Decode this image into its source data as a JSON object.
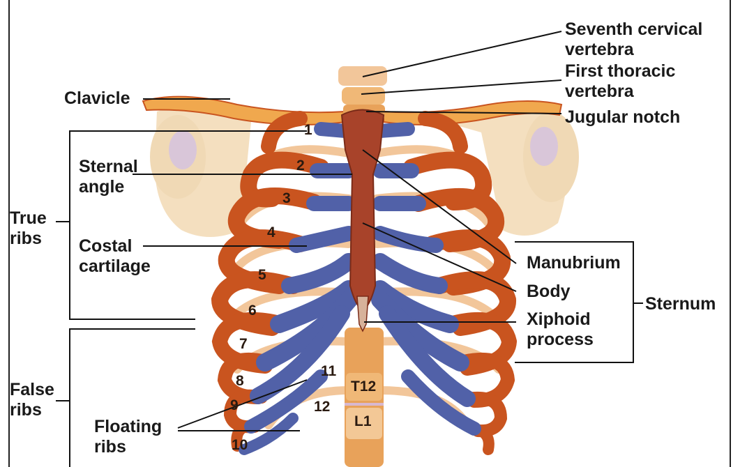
{
  "labels": {
    "seventh_cervical": [
      "Seventh cervical",
      "vertebra"
    ],
    "first_thoracic": [
      "First thoracic",
      "vertebra"
    ],
    "jugular_notch": "Jugular notch",
    "clavicle": "Clavicle",
    "sternal_angle": [
      "Sternal",
      "angle"
    ],
    "true_ribs": [
      "True",
      "ribs"
    ],
    "costal_cartilage": [
      "Costal",
      "cartilage"
    ],
    "manubrium": "Manubrium",
    "body": "Body",
    "xiphoid_process": [
      "Xiphoid",
      "process"
    ],
    "sternum": "Sternum",
    "false_ribs": [
      "False",
      "ribs"
    ],
    "floating_ribs": [
      "Floating",
      "ribs"
    ]
  },
  "rib_numbers": [
    "1",
    "2",
    "3",
    "4",
    "5",
    "6",
    "7",
    "8",
    "9",
    "10",
    "11",
    "12"
  ],
  "vertebra_labels": {
    "t12": "T12",
    "l1": "L1"
  },
  "colors": {
    "bone": "#c9541f",
    "bone_light": "#e8a25a",
    "cartilage": "#5161a8",
    "shoulder": "#f3dcb8",
    "sternum": "#a8432a",
    "leader_line": "#111111"
  }
}
